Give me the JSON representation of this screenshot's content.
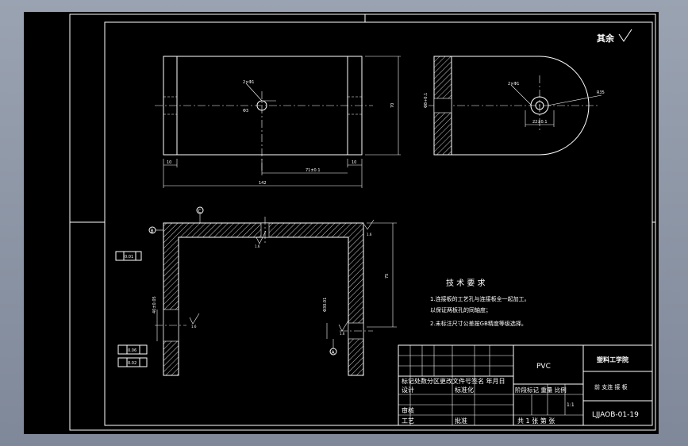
{
  "drawing": {
    "roughness_symbol": "其余",
    "dim_width_mid": "71±0.1",
    "dim_width_left": "10",
    "dim_width_right": "10",
    "dim_width_total": "142",
    "dim_height": "70",
    "dim_hole_top": "2×Φ1",
    "dim_hole_side": "Φ3",
    "dim_r": "R35",
    "dim_side_hole": "Φ8+0.1",
    "dim_side_top": "2×Φ1",
    "dim_side_bottom": "22±0.1",
    "dim_front_height": "75",
    "dim_front_left": "40±0.05",
    "dim_front_right": "Φ30.01",
    "datum_a": "A",
    "datum_b": "B",
    "datum_c": "C",
    "tol_top": "0.01",
    "tol_left_1": "0.06",
    "tol_left_2": "0.02",
    "rough_1": "1.6",
    "rough_2": "1.6",
    "rough_3": "1.6",
    "rough_4": "1.6"
  },
  "tech": {
    "title": "技 术 要 求",
    "line1": "1.连接板的工艺孔与连接板全一起加工。",
    "line2": "   以保证两板孔的同轴度；",
    "line3": "2.未标注尺寸公差按GB精度等级选择。"
  },
  "title_block": {
    "material": "PVC",
    "school": "塑料工学院",
    "part_name": "前 支连 接 板",
    "drawing_no": "LJJAOB-01-19",
    "scale_value": "1:1",
    "row_labels": "标记处数分区更改文件号签名 年月日",
    "design": "设计",
    "standard": "标准化",
    "stage": "阶段标记 重量 比例",
    "check": "审核",
    "process": "工艺",
    "approve": "批准",
    "sheets": "共 1 张 第 张"
  }
}
